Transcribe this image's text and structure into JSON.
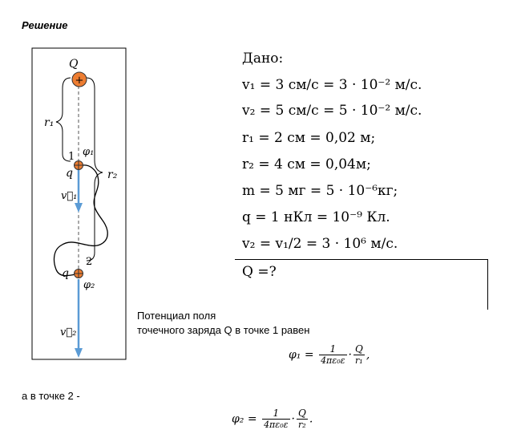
{
  "heading": "Решение",
  "diagram": {
    "charge_Q": "Q",
    "plus": "+",
    "r1": "r₁",
    "r2": "r₂",
    "point1": "1",
    "point2": "2",
    "phi1": "φ₁",
    "phi2": "φ₂",
    "q_top": "q",
    "q_bottom": "q",
    "v1": "v⃗₁",
    "v2": "v⃗₂"
  },
  "given": {
    "title": "Дано:",
    "lines": [
      "v₁ = 3 см/с = 3 · 10⁻² м/с.",
      "v₂ = 5 см/с = 5 · 10⁻² м/с.",
      "r₁ = 2 см = 0,02 м;",
      "r₂ = 4 см = 0,04м;",
      "m = 5 мг = 5 · 10⁻⁶кг;",
      "q = 1 нКл = 10⁻⁹ Кл.",
      "v₂ = v₁/2 = 3 · 10⁶ м/с."
    ],
    "find": "Q =?"
  },
  "text": {
    "line1": "Потенциал поля",
    "line2": "точечного заряда Q в точке 1 равен",
    "line3": "а в точке 2 -"
  },
  "formula1": {
    "lhs": "φ₁ =",
    "n1": "1",
    "d1": "4πε₀ε",
    "dot": "·",
    "n2": "Q",
    "d2": "r₁",
    "tail": ","
  },
  "formula2": {
    "lhs": "φ₂ =",
    "n1": "1",
    "d1": "4πε₀ε",
    "dot": "·",
    "n2": "Q",
    "d2": "r₂",
    "tail": "."
  }
}
